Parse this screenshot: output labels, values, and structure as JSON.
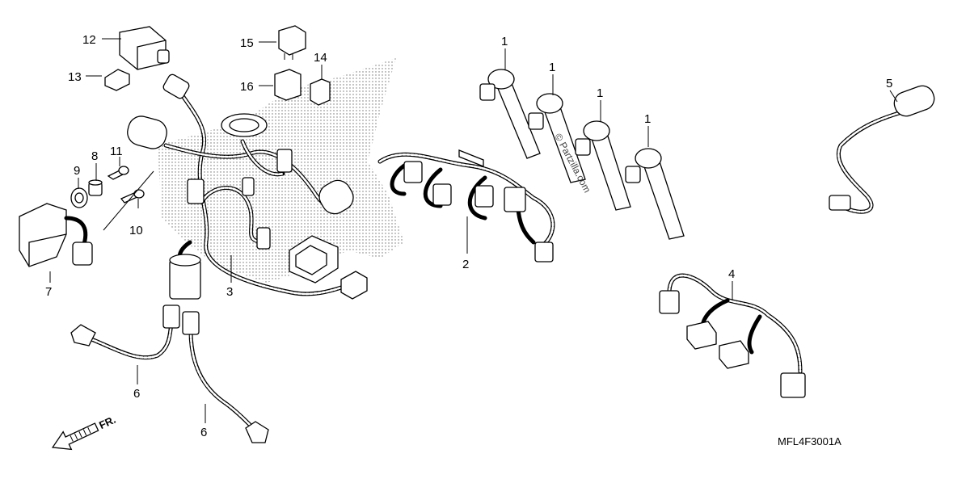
{
  "diagram": {
    "code": "MFL4F3001A",
    "watermark": "© Partzilla.com",
    "direction_label": "FR.",
    "callouts": [
      {
        "id": "c1a",
        "label": "1"
      },
      {
        "id": "c1b",
        "label": "1"
      },
      {
        "id": "c1c",
        "label": "1"
      },
      {
        "id": "c1d",
        "label": "1"
      },
      {
        "id": "c2",
        "label": "2"
      },
      {
        "id": "c3",
        "label": "3"
      },
      {
        "id": "c4",
        "label": "4"
      },
      {
        "id": "c5",
        "label": "5"
      },
      {
        "id": "c6a",
        "label": "6"
      },
      {
        "id": "c6b",
        "label": "6"
      },
      {
        "id": "c7",
        "label": "7"
      },
      {
        "id": "c8",
        "label": "8"
      },
      {
        "id": "c9",
        "label": "9"
      },
      {
        "id": "c10",
        "label": "10"
      },
      {
        "id": "c11",
        "label": "11"
      },
      {
        "id": "c12",
        "label": "12"
      },
      {
        "id": "c13",
        "label": "13"
      },
      {
        "id": "c14",
        "label": "14"
      },
      {
        "id": "c15",
        "label": "15"
      },
      {
        "id": "c16",
        "label": "16"
      }
    ]
  }
}
